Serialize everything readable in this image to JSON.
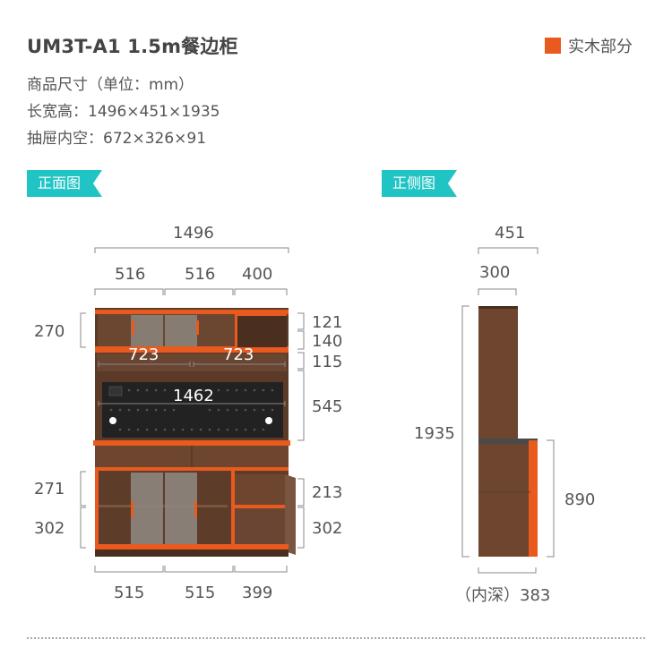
{
  "header": {
    "title": "UM3T-A1 1.5m餐边柜",
    "unit_line": "商品尺寸（单位：mm）",
    "lwh_line": "长宽高：1496×451×1935",
    "drawer_line": "抽屉内空：672×326×91"
  },
  "legend": {
    "label": "实木部分",
    "color": "#e85a1e"
  },
  "tags": {
    "front": "正面图",
    "side": "正侧图"
  },
  "front": {
    "overall_width": "1496",
    "upper_widths": [
      "516",
      "516",
      "400"
    ],
    "lower_widths": [
      "515",
      "515",
      "399"
    ],
    "left_heights": [
      "270",
      "271",
      "302"
    ],
    "right_heights": [
      "121",
      "140",
      "115",
      "545",
      "213",
      "302"
    ],
    "inner_widths": [
      "723",
      "723"
    ],
    "back_panel_width": "1462"
  },
  "side": {
    "overall_depth": "451",
    "upper_depth": "300",
    "total_height": "1935",
    "lower_height": "890",
    "inner_depth_label": "（内深）383"
  },
  "colors": {
    "wood": "#6e4630",
    "accent": "#e85a1e",
    "teal": "#20c4c4",
    "glass": "#8f8a82"
  }
}
